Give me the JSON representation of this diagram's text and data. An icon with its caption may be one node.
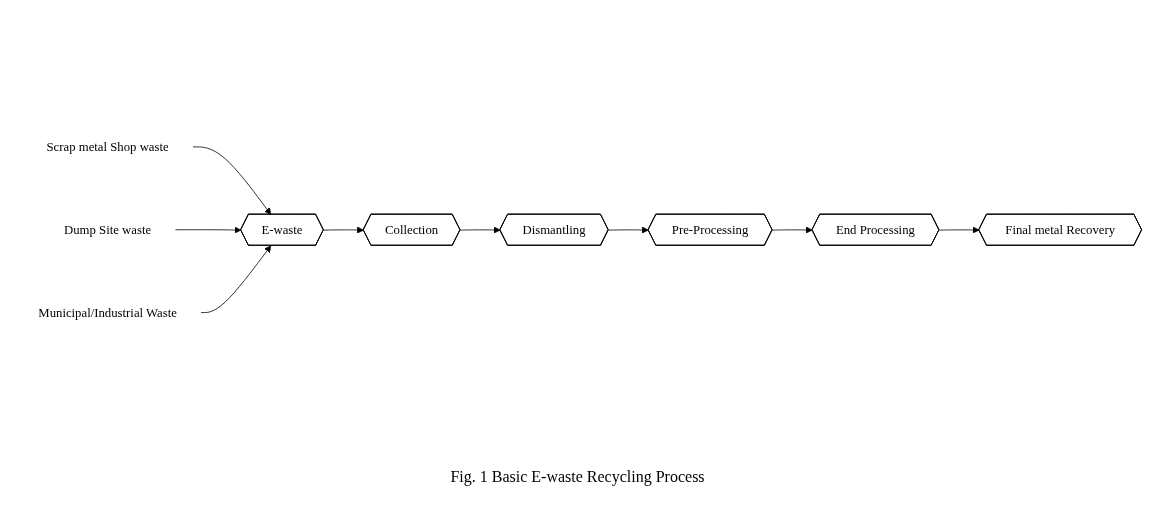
{
  "diagram": {
    "caption": "Fig. 1 Basic E-waste Recycling Process",
    "nodes": [
      {
        "text": [
          "Scrap metal Shop waste"
        ]
      },
      {
        "text": [
          "Dump Site waste"
        ]
      },
      {
        "text": [
          "E-waste"
        ]
      },
      {
        "text": [
          "Collection"
        ]
      },
      {
        "text": [
          "Dismantling"
        ]
      },
      {
        "text": [
          "Pre-Processing"
        ]
      },
      {
        "text": [
          "End Processing"
        ]
      },
      {
        "text": [
          "Municipal/Industrial Waste"
        ]
      },
      {
        "text": [
          "Final metal Recovery"
        ]
      }
    ],
    "edges": [
      {
        "from": 0,
        "to": 2,
        "arrow": "to"
      },
      {
        "from": 1,
        "to": 2,
        "arrow": "to"
      },
      {
        "from": 7,
        "to": 2,
        "arrow": "to"
      },
      {
        "from": 2,
        "to": 3,
        "arrow": "to"
      },
      {
        "from": 3,
        "to": 4,
        "arrow": "to"
      },
      {
        "from": 4,
        "to": 5,
        "arrow": "to"
      },
      {
        "from": 5,
        "to": 6,
        "arrow": "to"
      },
      {
        "from": 6,
        "to": 8,
        "arrow": "to"
      }
    ]
  }
}
